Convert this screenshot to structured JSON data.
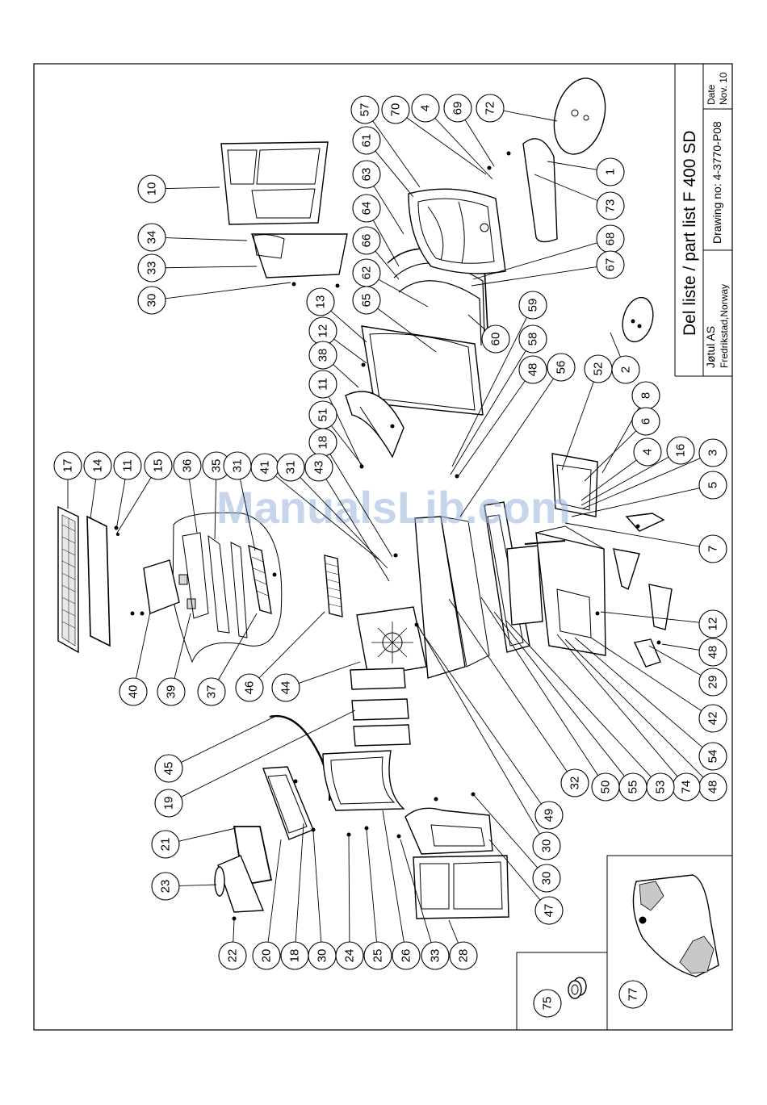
{
  "watermark": "ManualsLib.com",
  "title_block": {
    "title": "Del liste / part list F 400 SD",
    "company": "Jøtul AS",
    "location": "Fredrikstad,Norway",
    "drawing_no": "Drawing no: 4-3770-P08",
    "date_label": "Date",
    "date_value": "Nov. 10"
  },
  "callouts": [
    "57",
    "70",
    "4",
    "69",
    "72",
    "1",
    "73",
    "61",
    "63",
    "64",
    "66",
    "62",
    "65",
    "68",
    "67",
    "60",
    "10",
    "34",
    "33",
    "30",
    "13",
    "12",
    "38",
    "11",
    "51",
    "18",
    "59",
    "58",
    "48",
    "56",
    "52",
    "2",
    "8",
    "6",
    "4",
    "16",
    "3",
    "5",
    "7",
    "12",
    "48",
    "29",
    "42",
    "54",
    "48",
    "74",
    "53",
    "55",
    "50",
    "32",
    "17",
    "14",
    "11",
    "15",
    "36",
    "35",
    "31",
    "41",
    "31",
    "43",
    "40",
    "39",
    "37",
    "46",
    "44",
    "45",
    "19",
    "21",
    "23",
    "22",
    "20",
    "18",
    "30",
    "24",
    "25",
    "26",
    "33",
    "28",
    "47",
    "30",
    "30",
    "49",
    "75",
    "77"
  ]
}
